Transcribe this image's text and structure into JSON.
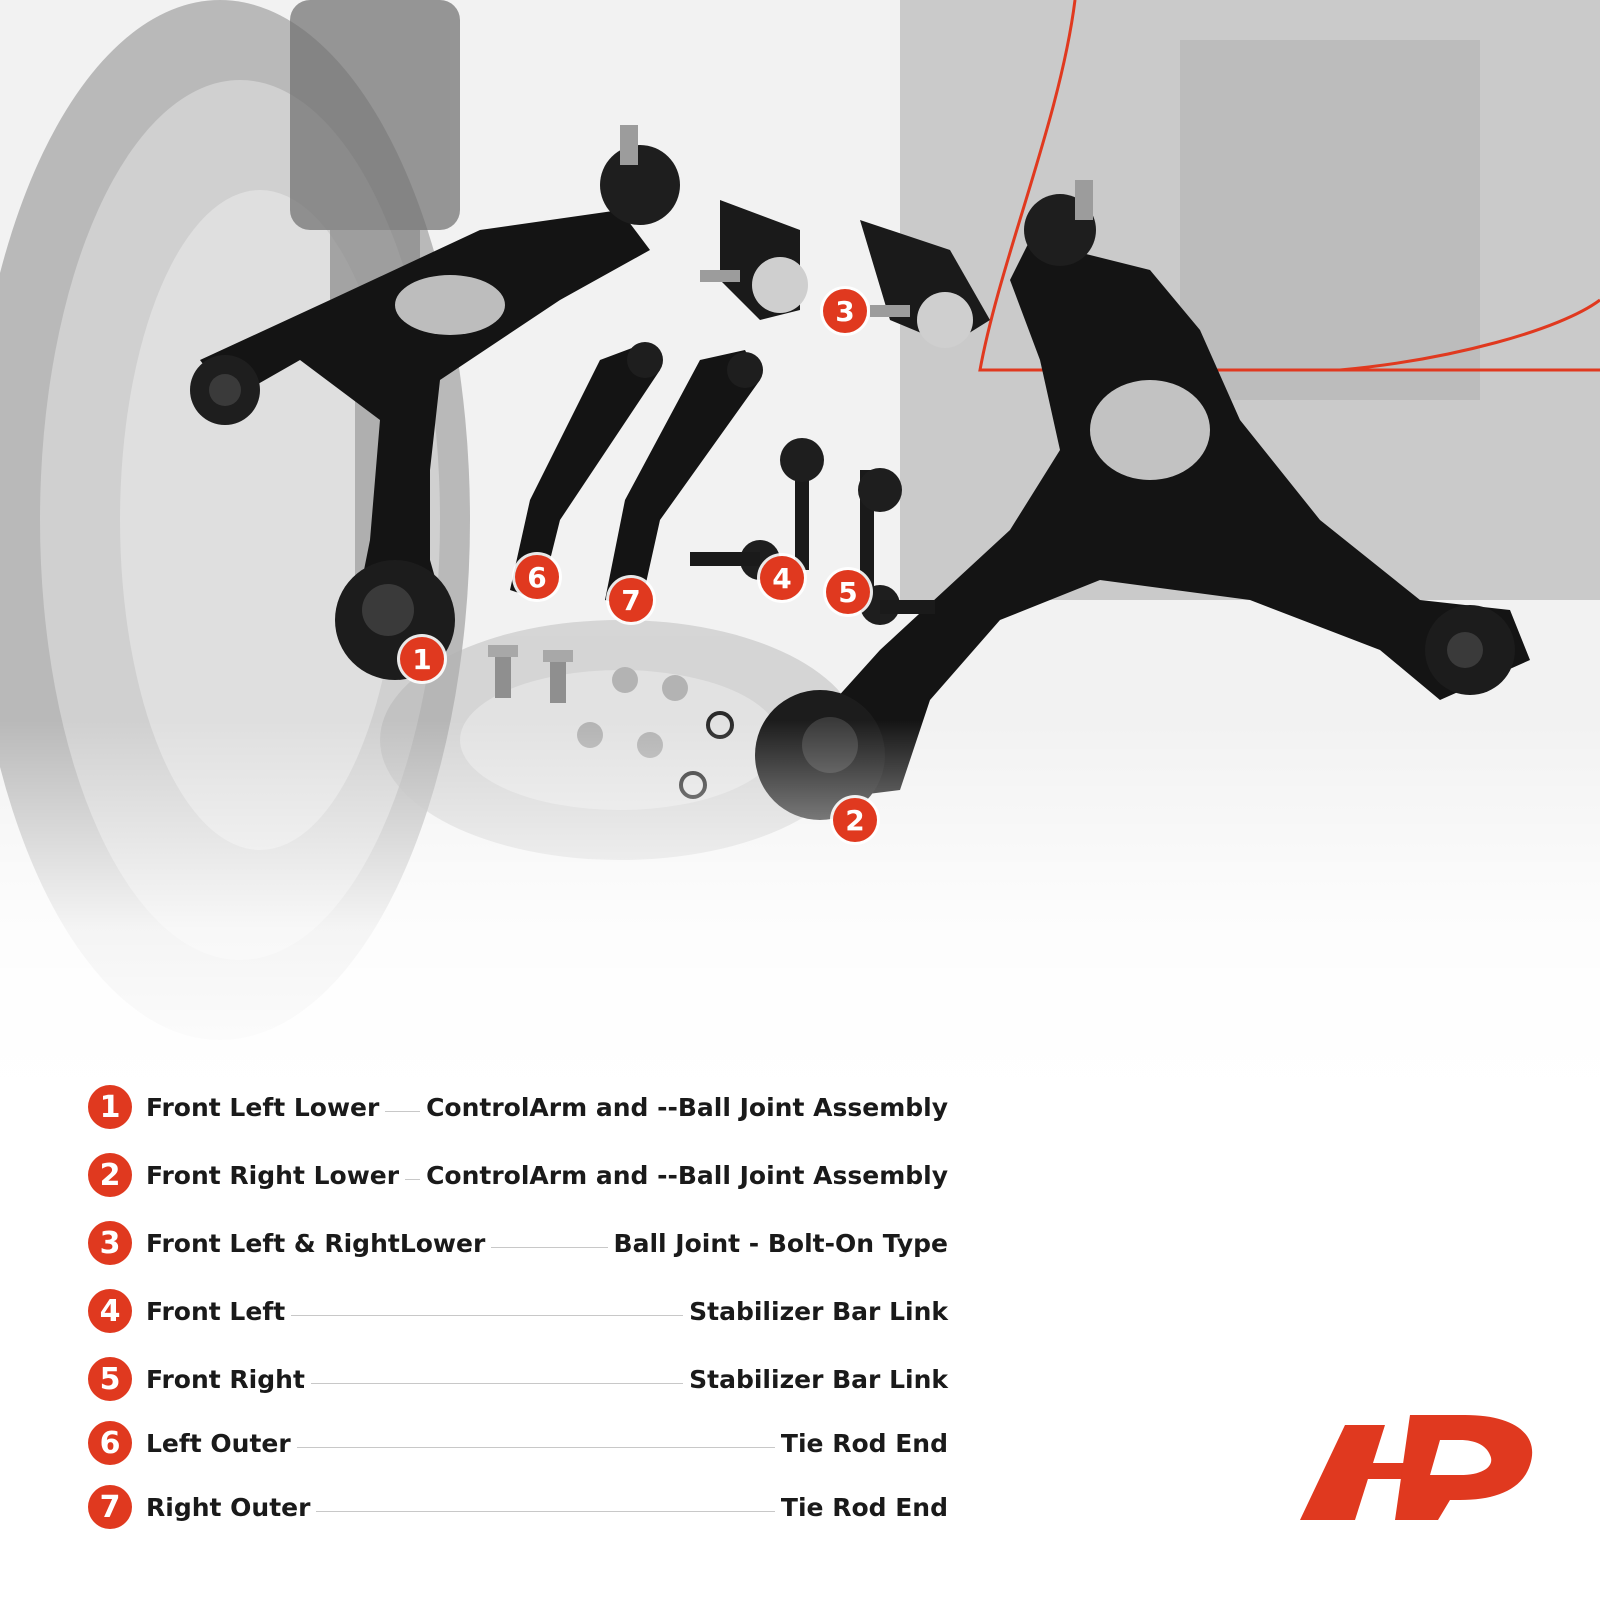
{
  "brand": {
    "accent_color": "#e0391f",
    "logo_icon": "ap-logo-icon"
  },
  "markers": [
    "1",
    "2",
    "3",
    "4",
    "5",
    "6",
    "7"
  ],
  "legend": [
    {
      "num": "1",
      "left": "Front Left Lower",
      "right": "ControlArm and --Ball Joint Assembly"
    },
    {
      "num": "2",
      "left": "Front Right Lower",
      "right": "ControlArm and --Ball Joint Assembly"
    },
    {
      "num": "3",
      "left": "Front Left & RightLower",
      "right": "Ball Joint - Bolt-On Type"
    },
    {
      "num": "4",
      "left": "Front Left",
      "right": "Stabilizer Bar Link"
    },
    {
      "num": "5",
      "left": "Front Right",
      "right": "Stabilizer Bar Link"
    },
    {
      "num": "6",
      "left": "Left Outer",
      "right": "Tie Rod End"
    },
    {
      "num": "7",
      "right": "Tie Rod End",
      "left": "Right Outer"
    }
  ]
}
